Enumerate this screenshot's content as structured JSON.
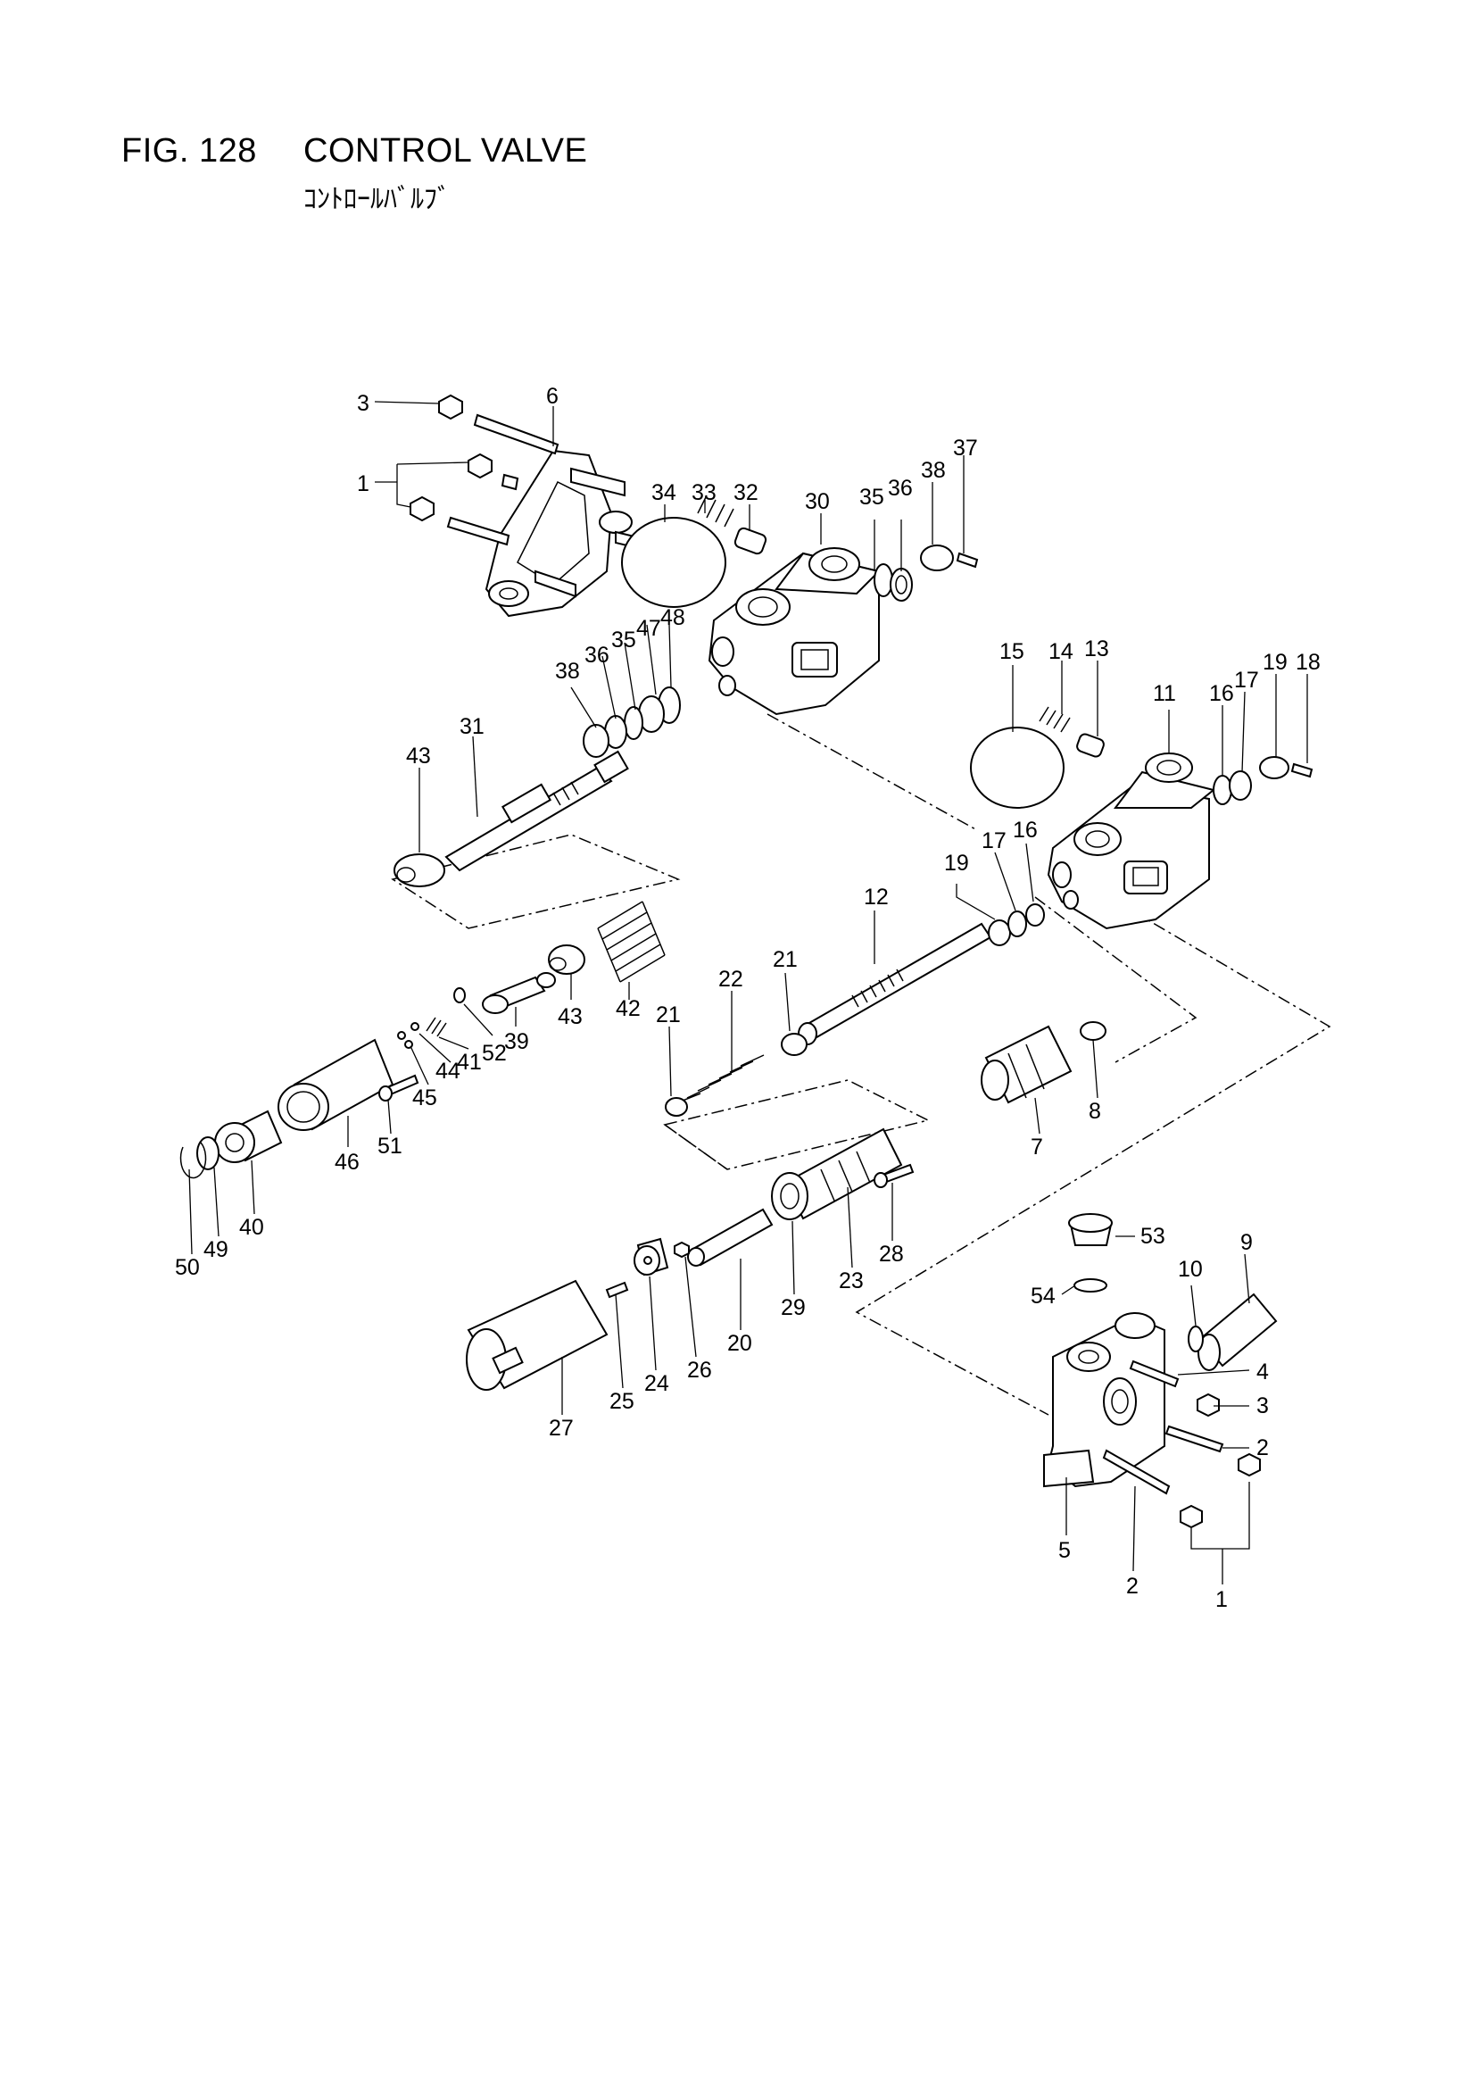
{
  "header": {
    "figure_number": "FIG. 128",
    "title": "CONTROL VALVE",
    "subtitle": "ｺﾝﾄﾛｰﾙﾊﾞﾙﾌﾞ"
  },
  "callouts": [
    {
      "id": "c1",
      "text": "3"
    },
    {
      "id": "c2",
      "text": "6"
    },
    {
      "id": "c3",
      "text": "1"
    },
    {
      "id": "c4",
      "text": "34"
    },
    {
      "id": "c5",
      "text": "33"
    },
    {
      "id": "c6",
      "text": "32"
    },
    {
      "id": "c7",
      "text": "30"
    },
    {
      "id": "c8",
      "text": "35"
    },
    {
      "id": "c9",
      "text": "36"
    },
    {
      "id": "c10",
      "text": "38"
    },
    {
      "id": "c11",
      "text": "37"
    },
    {
      "id": "c12",
      "text": "47"
    },
    {
      "id": "c13",
      "text": "48"
    },
    {
      "id": "c14",
      "text": "35"
    },
    {
      "id": "c15",
      "text": "36"
    },
    {
      "id": "c16",
      "text": "38"
    },
    {
      "id": "c17",
      "text": "31"
    },
    {
      "id": "c18",
      "text": "43"
    },
    {
      "id": "c19",
      "text": "15"
    },
    {
      "id": "c20",
      "text": "14"
    },
    {
      "id": "c21",
      "text": "13"
    },
    {
      "id": "c22",
      "text": "11"
    },
    {
      "id": "c23",
      "text": "16"
    },
    {
      "id": "c24",
      "text": "17"
    },
    {
      "id": "c25",
      "text": "19"
    },
    {
      "id": "c26",
      "text": "18"
    },
    {
      "id": "c27",
      "text": "17"
    },
    {
      "id": "c28",
      "text": "16"
    },
    {
      "id": "c29",
      "text": "19"
    },
    {
      "id": "c30",
      "text": "12"
    },
    {
      "id": "c31",
      "text": "21"
    },
    {
      "id": "c32",
      "text": "22"
    },
    {
      "id": "c33",
      "text": "21"
    },
    {
      "id": "c34",
      "text": "42"
    },
    {
      "id": "c35",
      "text": "43"
    },
    {
      "id": "c36",
      "text": "39"
    },
    {
      "id": "c37",
      "text": "52"
    },
    {
      "id": "c38",
      "text": "41"
    },
    {
      "id": "c39",
      "text": "44"
    },
    {
      "id": "c40",
      "text": "45"
    },
    {
      "id": "c41",
      "text": "51"
    },
    {
      "id": "c42",
      "text": "46"
    },
    {
      "id": "c43",
      "text": "40"
    },
    {
      "id": "c44",
      "text": "49"
    },
    {
      "id": "c45",
      "text": "50"
    },
    {
      "id": "c46",
      "text": "8"
    },
    {
      "id": "c47",
      "text": "7"
    },
    {
      "id": "c48",
      "text": "28"
    },
    {
      "id": "c49",
      "text": "23"
    },
    {
      "id": "c50",
      "text": "29"
    },
    {
      "id": "c51",
      "text": "20"
    },
    {
      "id": "c52",
      "text": "26"
    },
    {
      "id": "c53",
      "text": "24"
    },
    {
      "id": "c54",
      "text": "25"
    },
    {
      "id": "c55",
      "text": "27"
    },
    {
      "id": "c56",
      "text": "53"
    },
    {
      "id": "c57",
      "text": "10"
    },
    {
      "id": "c58",
      "text": "9"
    },
    {
      "id": "c59",
      "text": "54"
    },
    {
      "id": "c60",
      "text": "4"
    },
    {
      "id": "c61",
      "text": "3"
    },
    {
      "id": "c62",
      "text": "2"
    },
    {
      "id": "c63",
      "text": "5"
    },
    {
      "id": "c64",
      "text": "2"
    },
    {
      "id": "c65",
      "text": "1"
    }
  ]
}
